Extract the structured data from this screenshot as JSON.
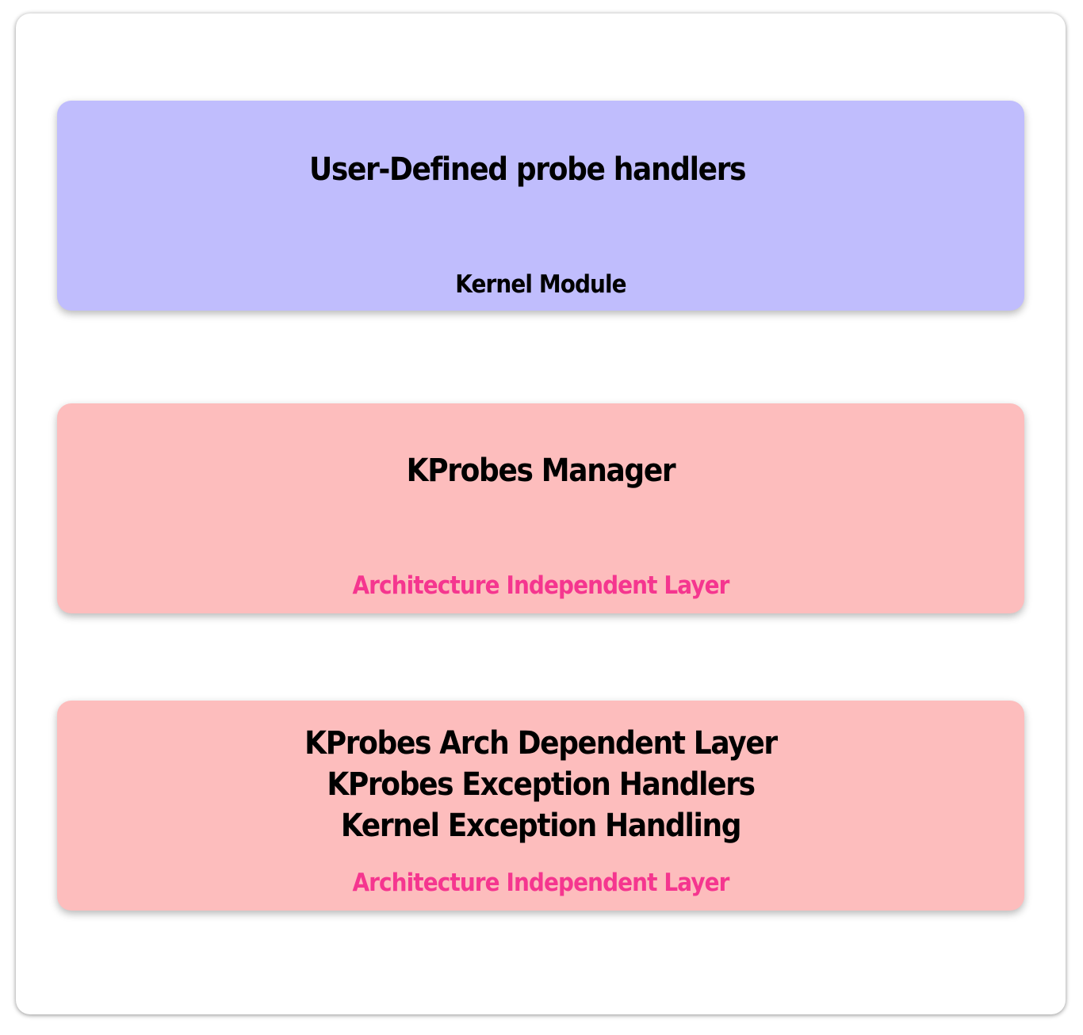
{
  "layers": [
    {
      "title": "User-Defined probe handlers",
      "caption": "Kernel Module",
      "fill": "#c0bdfd"
    },
    {
      "title": "KProbes Manager",
      "caption": "Architecture Independent Layer",
      "fill": "#fdbdbd",
      "caption_color": "#f5368f"
    },
    {
      "title_lines": [
        "KProbes Arch Dependent Layer",
        "KProbes Exception Handlers",
        "Kernel Exception Handling"
      ],
      "caption": "Architecture Independent Layer",
      "fill": "#fdbdbd",
      "caption_color": "#f5368f"
    }
  ]
}
